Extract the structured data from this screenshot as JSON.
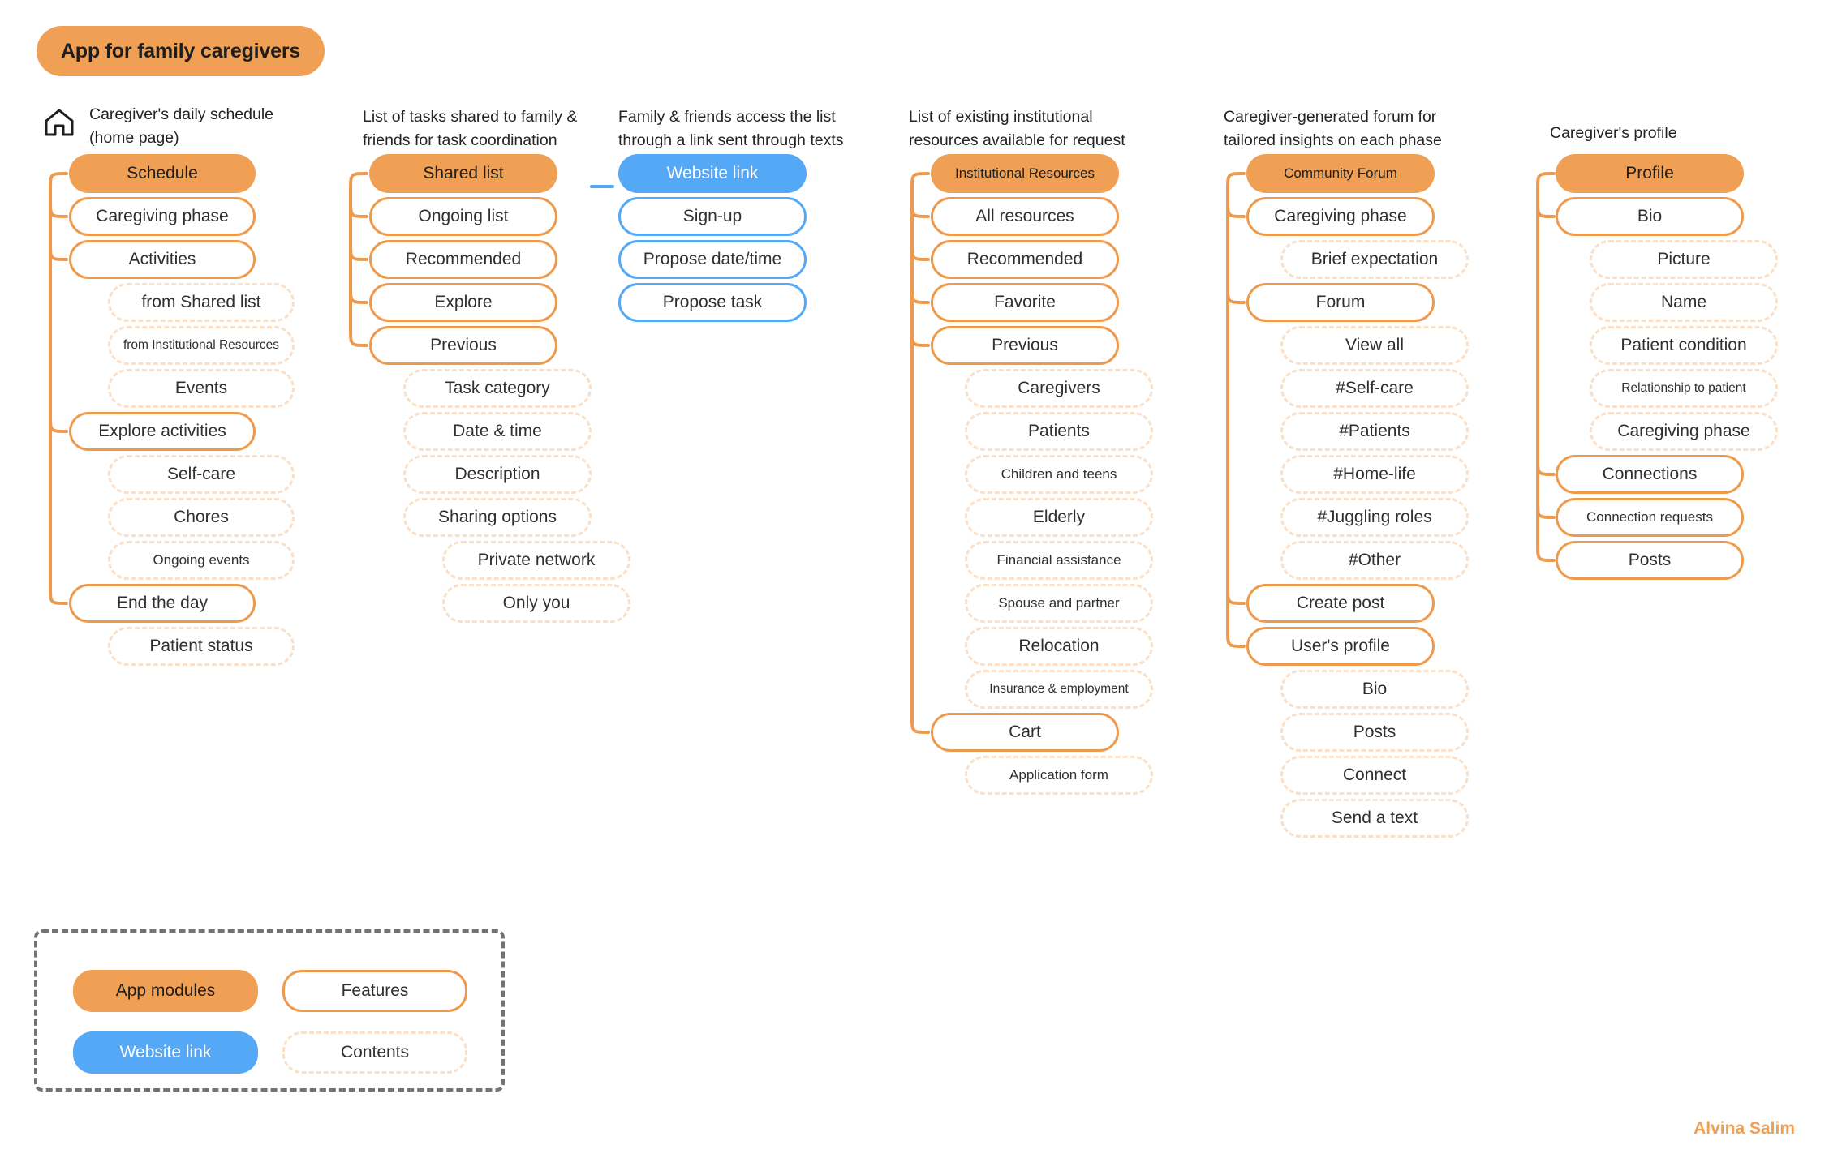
{
  "title": "App for family caregivers",
  "signature": "Alvina Salim",
  "colors": {
    "module_fill": "#F0A055",
    "feature_border": "#EE9A4D",
    "content_border": "#FAE0C8",
    "weblink_fill": "#54A8F5",
    "legend_border": "#6F7478",
    "text": "#2f2f2f"
  },
  "legend": {
    "items": [
      {
        "label": "App modules",
        "style": "module"
      },
      {
        "label": "Features",
        "style": "feature"
      },
      {
        "label": "Website link",
        "style": "weblink"
      },
      {
        "label": "Contents",
        "style": "content"
      }
    ]
  },
  "columns": [
    {
      "id": "schedule",
      "caption": "Caregiver's daily schedule\n(home page)",
      "icon": "home-icon",
      "nodes": [
        {
          "label": "Schedule",
          "style": "module",
          "level": 1
        },
        {
          "label": "Caregiving phase",
          "style": "feature",
          "level": 1
        },
        {
          "label": "Activities",
          "style": "feature",
          "level": 1
        },
        {
          "label": "from Shared list",
          "style": "content",
          "level": 2
        },
        {
          "label": "from Institutional Resources",
          "style": "content",
          "level": 2,
          "size": "xsmall"
        },
        {
          "label": "Events",
          "style": "content",
          "level": 2
        },
        {
          "label": "Explore activities",
          "style": "feature",
          "level": 1
        },
        {
          "label": "Self-care",
          "style": "content",
          "level": 2
        },
        {
          "label": "Chores",
          "style": "content",
          "level": 2
        },
        {
          "label": "Ongoing events",
          "style": "content",
          "level": 2,
          "size": "small"
        },
        {
          "label": "End the day",
          "style": "feature",
          "level": 1
        },
        {
          "label": "Patient status",
          "style": "content",
          "level": 2
        }
      ]
    },
    {
      "id": "shared-list",
      "caption": "List of tasks shared to family &\nfriends for task coordination",
      "nodes": [
        {
          "label": "Shared list",
          "style": "module",
          "level": 1
        },
        {
          "label": "Ongoing list",
          "style": "feature",
          "level": 1
        },
        {
          "label": "Recommended",
          "style": "feature",
          "level": 1
        },
        {
          "label": "Explore",
          "style": "feature",
          "level": 1
        },
        {
          "label": "Previous",
          "style": "feature",
          "level": 1
        },
        {
          "label": "Task category",
          "style": "content",
          "level": 2
        },
        {
          "label": "Date & time",
          "style": "content",
          "level": 2
        },
        {
          "label": "Description",
          "style": "content",
          "level": 2
        },
        {
          "label": "Sharing options",
          "style": "content",
          "level": 2
        },
        {
          "label": "Private network",
          "style": "content",
          "level": 3
        },
        {
          "label": "Only you",
          "style": "content",
          "level": 3
        }
      ]
    },
    {
      "id": "website-link",
      "caption": "Family & friends access the list\nthrough a link sent through texts",
      "nodes": [
        {
          "label": "Website link",
          "style": "weblink",
          "level": 1
        },
        {
          "label": "Sign-up",
          "style": "webfeature",
          "level": 1
        },
        {
          "label": "Propose date/time",
          "style": "webfeature",
          "level": 1
        },
        {
          "label": "Propose task",
          "style": "webfeature",
          "level": 1
        }
      ]
    },
    {
      "id": "institutional-resources",
      "caption": "List of existing institutional\nresources available for request",
      "nodes": [
        {
          "label": "Institutional Resources",
          "style": "module",
          "level": 1,
          "size": "small"
        },
        {
          "label": "All resources",
          "style": "feature",
          "level": 1
        },
        {
          "label": "Recommended",
          "style": "feature",
          "level": 1
        },
        {
          "label": "Favorite",
          "style": "feature",
          "level": 1
        },
        {
          "label": "Previous",
          "style": "feature",
          "level": 1
        },
        {
          "label": "Caregivers",
          "style": "content",
          "level": 2
        },
        {
          "label": "Patients",
          "style": "content",
          "level": 2
        },
        {
          "label": "Children and teens",
          "style": "content",
          "level": 2,
          "size": "small"
        },
        {
          "label": "Elderly",
          "style": "content",
          "level": 2
        },
        {
          "label": "Financial assistance",
          "style": "content",
          "level": 2,
          "size": "small"
        },
        {
          "label": "Spouse and partner",
          "style": "content",
          "level": 2,
          "size": "small"
        },
        {
          "label": "Relocation",
          "style": "content",
          "level": 2
        },
        {
          "label": "Insurance & employment",
          "style": "content",
          "level": 2,
          "size": "xsmall"
        },
        {
          "label": "Cart",
          "style": "feature",
          "level": 1
        },
        {
          "label": "Application form",
          "style": "content",
          "level": 2,
          "size": "small"
        }
      ]
    },
    {
      "id": "community-forum",
      "caption": "Caregiver-generated forum for\ntailored insights on each phase",
      "nodes": [
        {
          "label": "Community Forum",
          "style": "module",
          "level": 1,
          "size": "small"
        },
        {
          "label": "Caregiving phase",
          "style": "feature",
          "level": 1
        },
        {
          "label": "Brief expectation",
          "style": "content",
          "level": 2
        },
        {
          "label": "Forum",
          "style": "feature",
          "level": 1
        },
        {
          "label": "View all",
          "style": "content",
          "level": 2
        },
        {
          "label": "#Self-care",
          "style": "content",
          "level": 2
        },
        {
          "label": "#Patients",
          "style": "content",
          "level": 2
        },
        {
          "label": "#Home-life",
          "style": "content",
          "level": 2
        },
        {
          "label": "#Juggling roles",
          "style": "content",
          "level": 2
        },
        {
          "label": "#Other",
          "style": "content",
          "level": 2
        },
        {
          "label": "Create post",
          "style": "feature",
          "level": 1
        },
        {
          "label": "User's profile",
          "style": "feature",
          "level": 1
        },
        {
          "label": "Bio",
          "style": "content",
          "level": 2
        },
        {
          "label": "Posts",
          "style": "content",
          "level": 2
        },
        {
          "label": "Connect",
          "style": "content",
          "level": 2
        },
        {
          "label": "Send a text",
          "style": "content",
          "level": 2
        }
      ]
    },
    {
      "id": "profile",
      "caption": "Caregiver's profile",
      "nodes": [
        {
          "label": "Profile",
          "style": "module",
          "level": 1
        },
        {
          "label": "Bio",
          "style": "feature",
          "level": 1
        },
        {
          "label": "Picture",
          "style": "content",
          "level": 2
        },
        {
          "label": "Name",
          "style": "content",
          "level": 2
        },
        {
          "label": "Patient condition",
          "style": "content",
          "level": 2
        },
        {
          "label": "Relationship to patient",
          "style": "content",
          "level": 2,
          "size": "xsmall"
        },
        {
          "label": "Caregiving phase",
          "style": "content",
          "level": 2
        },
        {
          "label": "Connections",
          "style": "feature",
          "level": 1
        },
        {
          "label": "Connection requests",
          "style": "feature",
          "level": 1,
          "size": "small"
        },
        {
          "label": "Posts",
          "style": "feature",
          "level": 1
        }
      ]
    }
  ]
}
